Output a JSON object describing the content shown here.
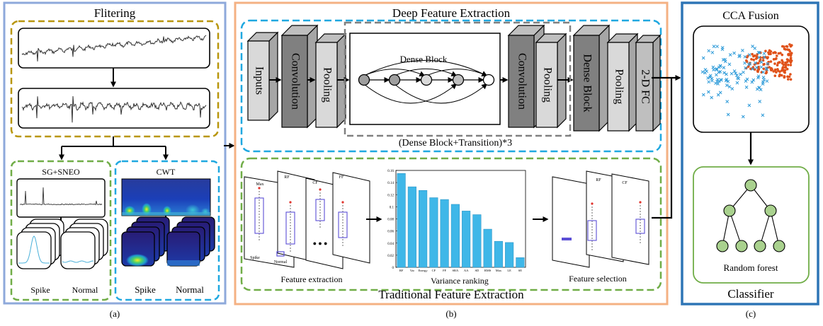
{
  "panel_a": {
    "title": "Flitering",
    "sg_label": "SG+SNEO",
    "cwt_label": "CWT",
    "spike_label": "Spike",
    "normal_label": "Normal",
    "caption": "(a)"
  },
  "panel_b": {
    "title": "Deep Feature Extraction",
    "blocks": {
      "inputs": "Inputs",
      "convolution": "Convolution",
      "pooling": "Pooling",
      "dense_block": "Dense Block",
      "fc": "2-D FC"
    },
    "dense_block_inner_label": "Dense Block",
    "repeat_label": "(Dense Block+Transition)*3",
    "trad_title": "Traditional Feature Extraction",
    "feature_extraction_label": "Feature extraction",
    "variance_ranking_label": "Variance ranking",
    "feature_selection_label": "Feature selection",
    "mini_labels": {
      "max": "Max",
      "rf": "RF",
      "cf": "CF",
      "ff": "FF",
      "spike": "Spike",
      "normal": "Normal",
      "dots": "● ● ●"
    },
    "caption": "(b)"
  },
  "panel_c": {
    "fusion_title": "CCA Fusion",
    "classifier_title": "Classifier",
    "rf_label": "Random forest",
    "caption": "(c)"
  },
  "colors": {
    "filter_outer": "#8ea9db",
    "filter_dashed": "#b8960c",
    "green_dashed": "#70ad47",
    "cyan_dashed": "#1fa8e0",
    "deep_outer": "#f4b183",
    "class_outer": "#2e75b6",
    "block_dark": "#808080",
    "block_light": "#d9d9d9",
    "bar": "#3fb7e8",
    "tree_node": "#a9d18e",
    "scatter_blue": "#2e9bd9",
    "scatter_orange": "#e0521a"
  },
  "chart_data": {
    "type": "bar",
    "title": "",
    "categories": [
      "RF",
      "Var",
      "Energy",
      "CF",
      "FF",
      "SRA",
      "AA",
      "SD",
      "RMS",
      "Max",
      "LE",
      "SE"
    ],
    "values": [
      0.155,
      0.133,
      0.127,
      0.115,
      0.112,
      0.104,
      0.093,
      0.087,
      0.063,
      0.043,
      0.041,
      0.016
    ],
    "ylim": [
      0,
      0.16
    ],
    "yticks": [
      "0.16",
      "0.14",
      "0.12",
      "0.1",
      "0.08",
      "0.06",
      "0.04",
      "0.02",
      "0"
    ],
    "xlabel": "",
    "ylabel": ""
  }
}
